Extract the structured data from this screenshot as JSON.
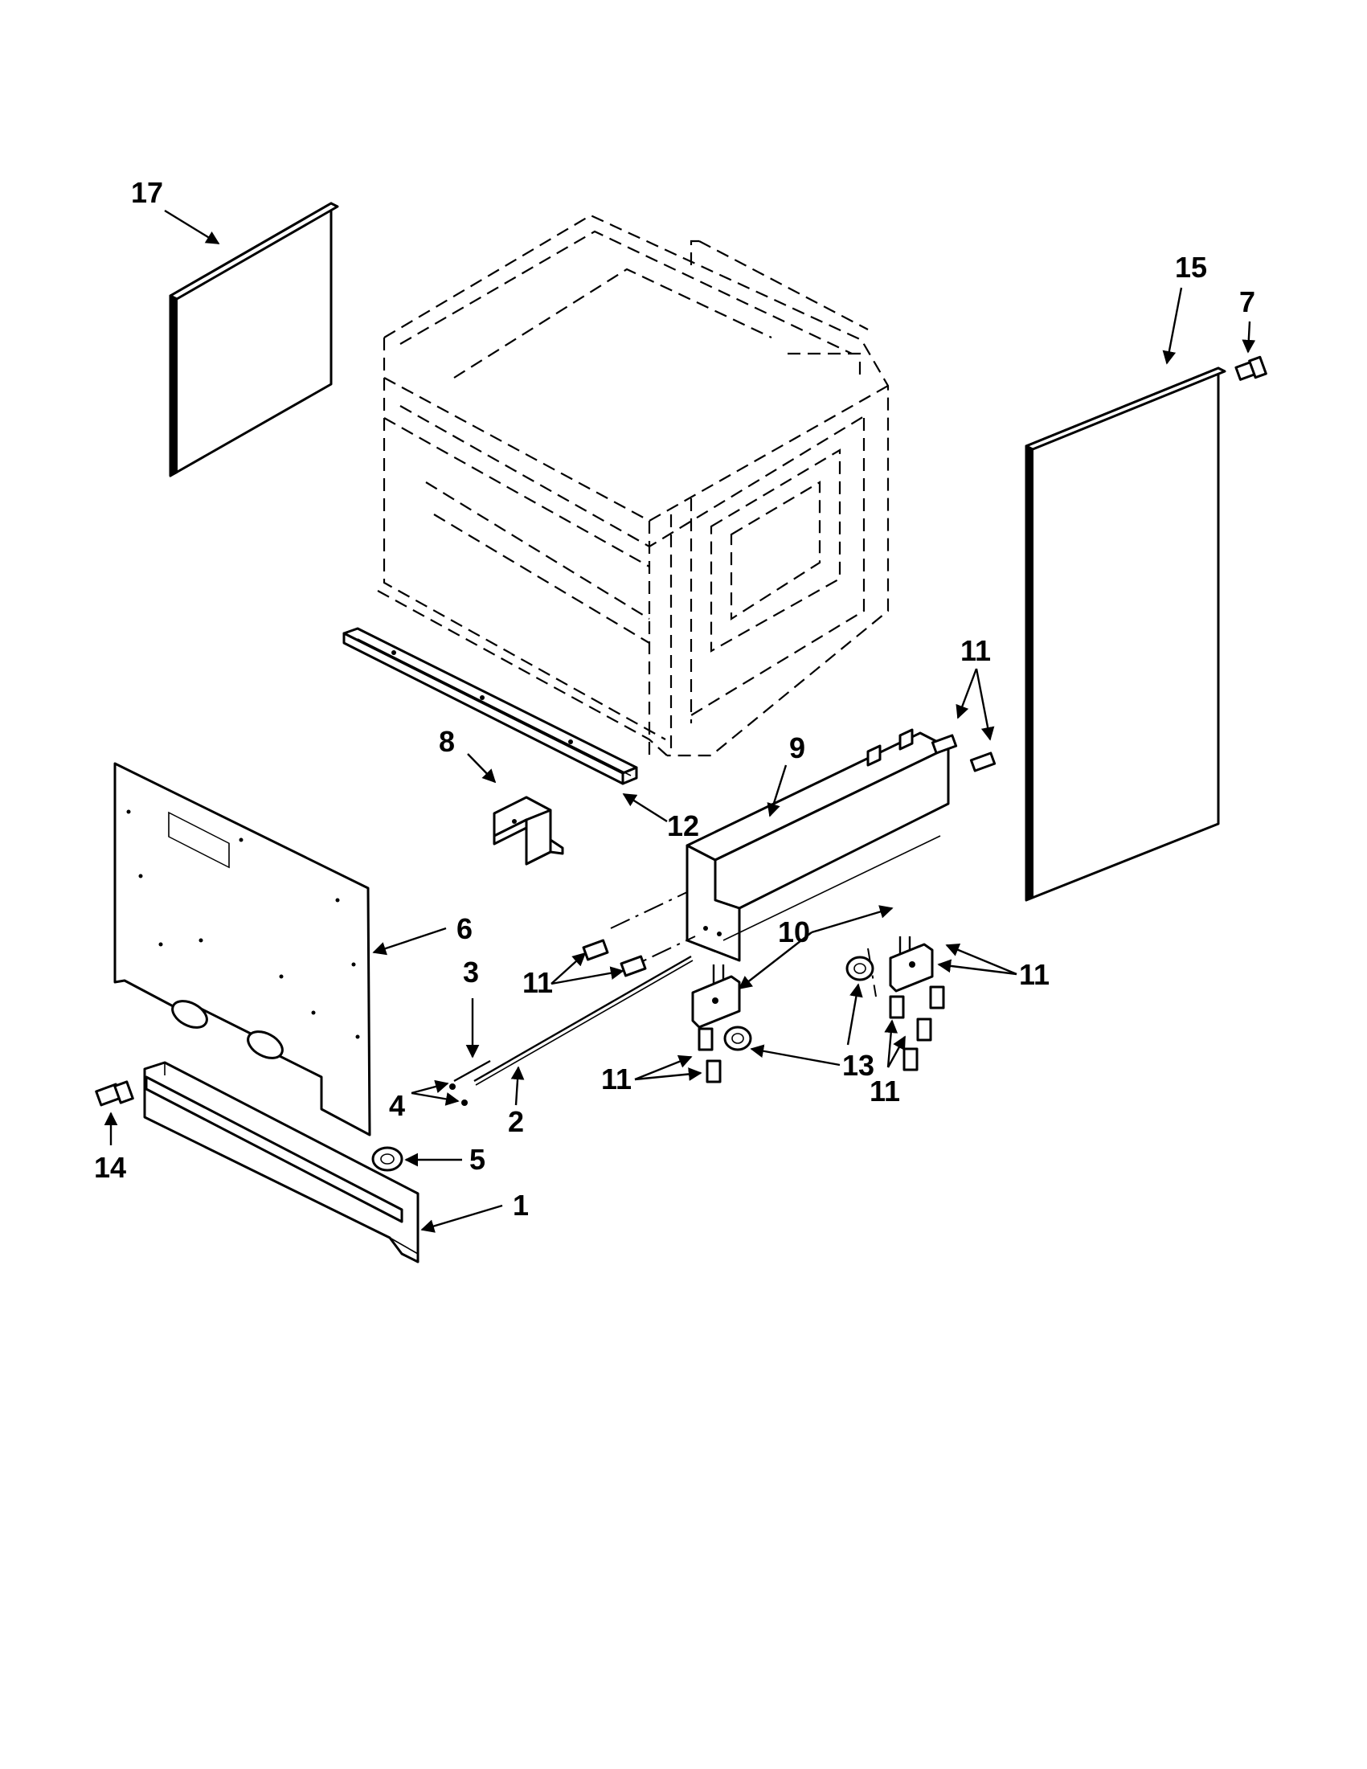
{
  "callouts": {
    "c1": "1",
    "c2": "2",
    "c3": "3",
    "c4": "4",
    "c5": "5",
    "c6": "6",
    "c7": "7",
    "c8": "8",
    "c9": "9",
    "c10": "10",
    "c11": "11",
    "c12": "12",
    "c13": "13",
    "c14": "14",
    "c15": "15",
    "c17": "17"
  }
}
